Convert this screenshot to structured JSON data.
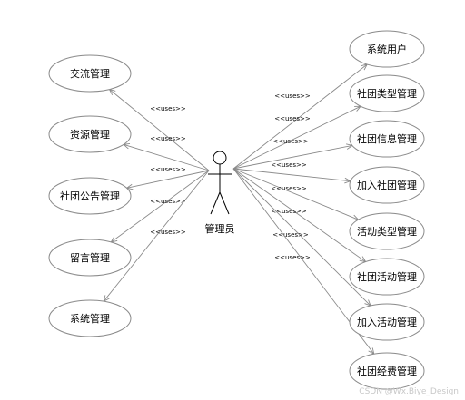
{
  "actor": {
    "label": "管理员"
  },
  "stereotype": "<<uses>>",
  "left_use_cases": [
    "交流管理",
    "资源管理",
    "社团公告管理",
    "留言管理",
    "系统管理"
  ],
  "right_use_cases": [
    "系统用户",
    "社团类型管理",
    "社团信息管理",
    "加入社团管理",
    "活动类型管理",
    "社团活动管理",
    "加入活动管理",
    "社团经费管理"
  ],
  "watermark": "CSDN @Wx.Biye_Design",
  "colors": {
    "line": "#8a8a8a",
    "ellipse_fill": "#ffffff",
    "text": "#000000"
  }
}
